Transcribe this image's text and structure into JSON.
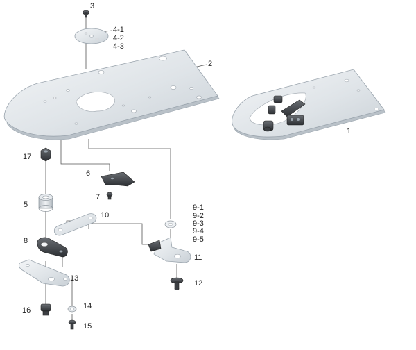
{
  "callouts": {
    "c1": "1",
    "c2": "2",
    "c3": "3",
    "c4_1": "4-1",
    "c4_2": "4-2",
    "c4_3": "4-3",
    "c5": "5",
    "c6": "6",
    "c7": "7",
    "c8": "8",
    "c9_1": "9-1",
    "c9_2": "9-2",
    "c9_3": "9-3",
    "c9_4": "9-4",
    "c9_5": "9-5",
    "c10": "10",
    "c11": "11",
    "c12": "12",
    "c13": "13",
    "c14": "14",
    "c15": "15",
    "c16": "16",
    "c17": "17"
  },
  "colors": {
    "metal_light": "#eef1f4",
    "metal_mid": "#cfd6dc",
    "part_dark": "#3c3f43",
    "label": "#222222"
  }
}
